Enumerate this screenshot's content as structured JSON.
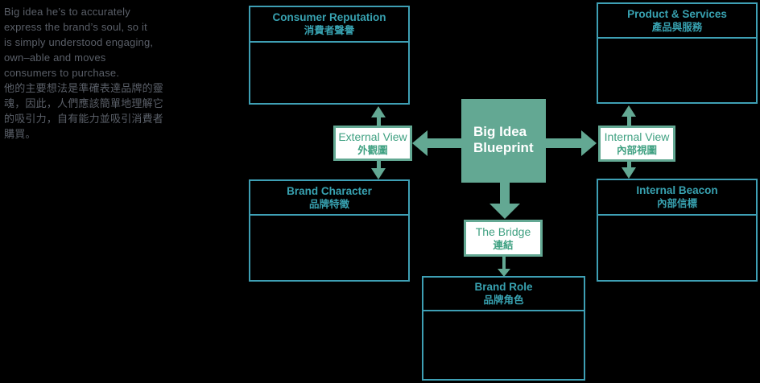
{
  "description": {
    "text": "Big idea he’s to accurately\nexpress the brand’s soul, so it\nis simply understood engaging,\nown–able and moves\nconsumers to purchase.\n他的主要想法是準確表達品牌的靈\n魂，因此，人們應該簡單地理解它\n的吸引力，自有能力並吸引消費者\n購買。"
  },
  "center": {
    "title": "Big Idea\nBlueprint"
  },
  "boxes": {
    "consumer_reputation": {
      "title_en": "Consumer Reputation",
      "title_zh": "消費者聲譽"
    },
    "product_services": {
      "title_en": "Product & Services",
      "title_zh": "產品與服務"
    },
    "brand_character": {
      "title_en": "Brand Character",
      "title_zh": "品牌特徵"
    },
    "internal_beacon": {
      "title_en": "Internal Beacon",
      "title_zh": "內部信標"
    },
    "brand_role": {
      "title_en": "Brand Role",
      "title_zh": "品牌角色"
    }
  },
  "labels": {
    "external_view": {
      "title_en": "External View",
      "title_zh": "外觀圖"
    },
    "internal_view": {
      "title_en": "Internal View",
      "title_zh": "內部視圖"
    },
    "the_bridge": {
      "title_en": "The Bridge",
      "title_zh": "連結"
    }
  },
  "colors": {
    "teal_outline": "#3e9fb4",
    "teal_text": "#38a2b1",
    "green_accent": "#63a893",
    "green_text": "#3ea081",
    "paragraph_gray": "#5a5f68",
    "background": "#000000",
    "center_box_text": "#ffffff"
  }
}
